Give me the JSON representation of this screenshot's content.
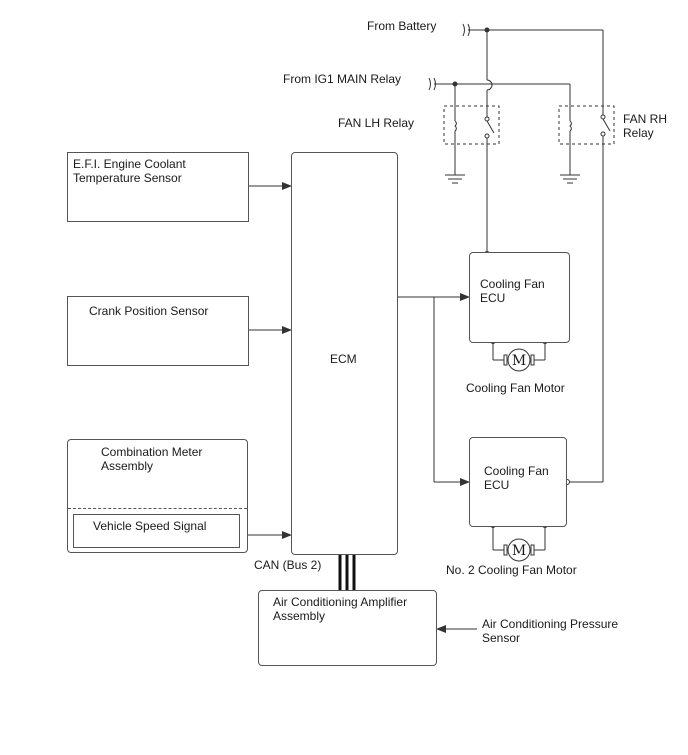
{
  "power": {
    "from_battery": "From Battery",
    "from_ig1": "From IG1 MAIN Relay"
  },
  "relays": {
    "fan_lh": "FAN LH Relay",
    "fan_rh": "FAN RH\nRelay"
  },
  "inputs": {
    "coolant_sensor": "E.F.I. Engine Coolant\nTemperature Sensor",
    "crank_sensor": "Crank Position Sensor",
    "combination_meter": "Combination Meter\nAssembly",
    "vehicle_speed": "Vehicle Speed Signal"
  },
  "ecm": {
    "label": "ECM"
  },
  "can": {
    "label": "CAN (Bus 2)"
  },
  "ac_amplifier": {
    "label": "Air Conditioning Amplifier\nAssembly"
  },
  "ac_pressure_sensor": {
    "label": "Air Conditioning Pressure\nSensor"
  },
  "fan_ecu_1": {
    "label": "Cooling Fan\nECU",
    "motor_label": "Cooling Fan Motor"
  },
  "fan_ecu_2": {
    "label": "Cooling Fan\nECU",
    "motor_label": "No. 2 Cooling Fan Motor"
  },
  "motor_symbol": "M",
  "colors": {
    "line": "#333333",
    "box_border": "#555555",
    "text": "#1a1a1a"
  }
}
